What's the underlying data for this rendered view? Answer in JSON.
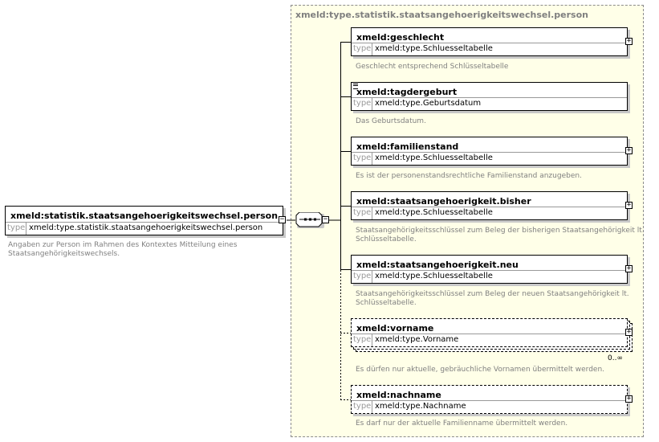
{
  "root": {
    "name": "xmeld:statistik.staatsangehoerigkeitswechsel.person",
    "type_label": "type",
    "type_value": "xmeld:type.statistik.staatsangehoerigkeitswechsel.person",
    "annotation_line1": "Angaben zur Person im Rahmen des Kontextes Mitteilung eines",
    "annotation_line2": "Staatsangehörigkeitswechsels."
  },
  "complex_type": {
    "title": "xmeld:type.statistik.staatsangehoerigkeitswechsel.person"
  },
  "elements": [
    {
      "name": "xmeld:geschlecht",
      "type_label": "type",
      "type_value": "xmeld:type.Schluesseltabelle",
      "annotation_line1": "Geschlecht entsprechend Schlüsseltabelle",
      "annotation_line2": ""
    },
    {
      "name": "xmeld:tagdergeburt",
      "type_label": "type",
      "type_value": "xmeld:type.Geburtsdatum",
      "annotation_line1": "Das Geburtsdatum.",
      "annotation_line2": ""
    },
    {
      "name": "xmeld:familienstand",
      "type_label": "type",
      "type_value": "xmeld:type.Schluesseltabelle",
      "annotation_line1": "Es ist der personenstandsrechtliche Familienstand anzugeben.",
      "annotation_line2": ""
    },
    {
      "name": "xmeld:staatsangehoerigkeit.bisher",
      "type_label": "type",
      "type_value": "xmeld:type.Schluesseltabelle",
      "annotation_line1": "Staatsangehörigkeitsschlüssel zum Beleg der bisherigen Staatsangehörigkeit lt.",
      "annotation_line2": "Schlüsseltabelle."
    },
    {
      "name": "xmeld:staatsangehoerigkeit.neu",
      "type_label": "type",
      "type_value": "xmeld:type.Schluesseltabelle",
      "annotation_line1": "Staatsangehörigkeitsschlüssel zum Beleg der neuen Staatsangehörigkeit lt.",
      "annotation_line2": "Schlüsseltabelle."
    },
    {
      "name": "xmeld:vorname",
      "type_label": "type",
      "type_value": "xmeld:type.Vorname",
      "cardinality": "0..∞",
      "annotation_line1": "Es dürfen nur aktuelle, gebräuchliche Vornamen übermittelt werden.",
      "annotation_line2": ""
    },
    {
      "name": "xmeld:nachname",
      "type_label": "type",
      "type_value": "xmeld:type.Nachname",
      "annotation_line1": "Es darf nur der aktuelle Familienname übermittelt werden.",
      "annotation_line2": ""
    }
  ]
}
